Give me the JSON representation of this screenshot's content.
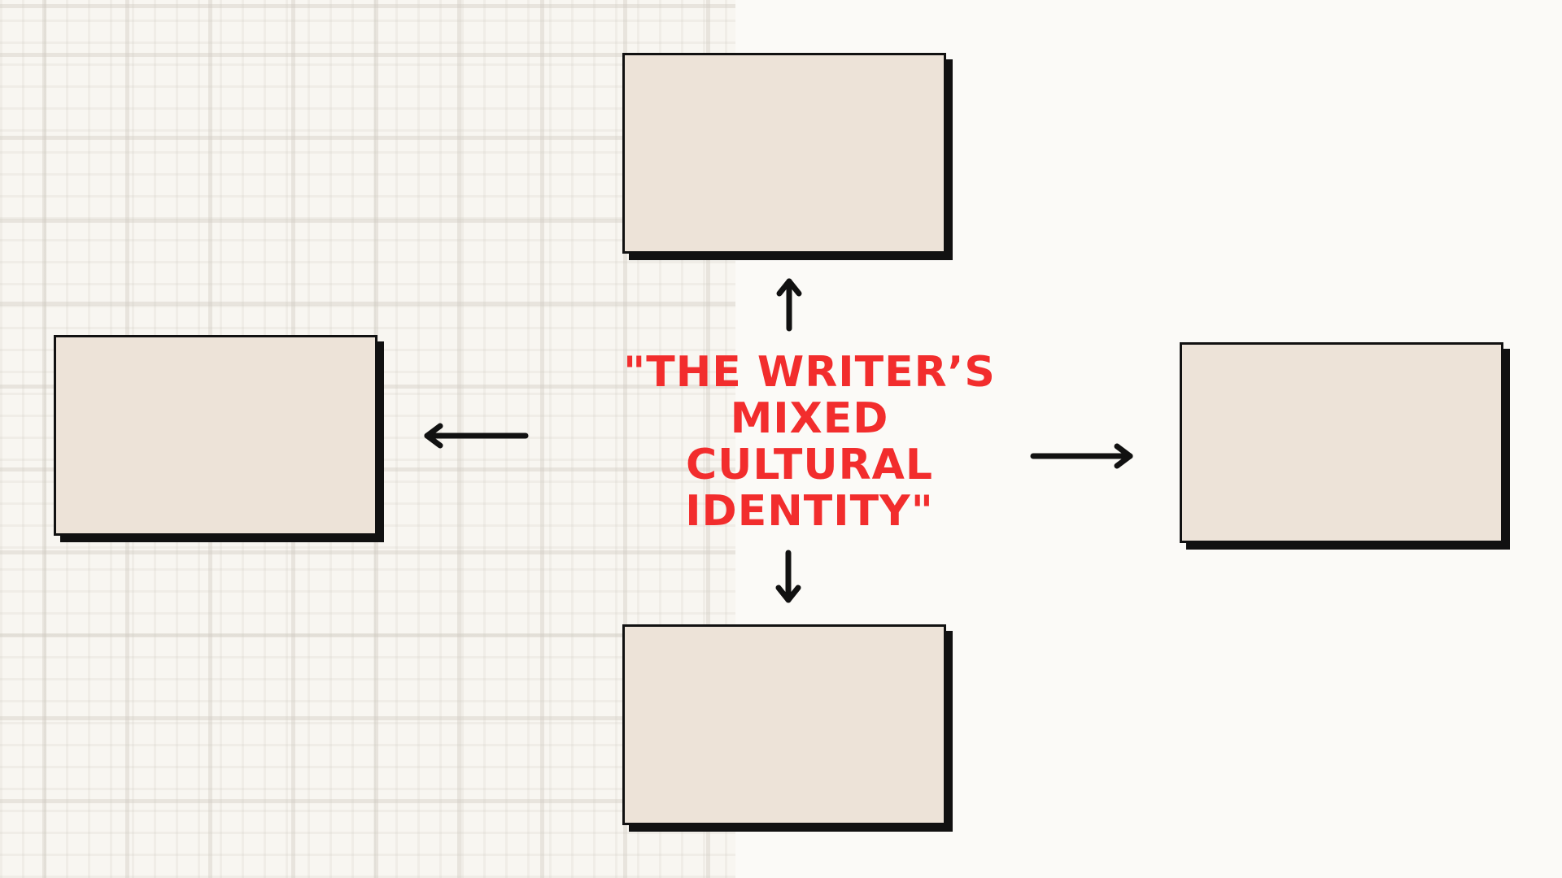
{
  "diagram": {
    "center_label": "\"THE WRITER’S\nMIXED\nCULTURAL\nIDENTITY\"",
    "accent_color": "#f22d2d",
    "box_fill_color": "#ede3d8",
    "outline_color": "#111111",
    "boxes": [
      {
        "position": "top",
        "text": ""
      },
      {
        "position": "left",
        "text": ""
      },
      {
        "position": "right",
        "text": ""
      },
      {
        "position": "bottom",
        "text": ""
      }
    ],
    "arrows": [
      "up",
      "left",
      "right",
      "down"
    ]
  }
}
